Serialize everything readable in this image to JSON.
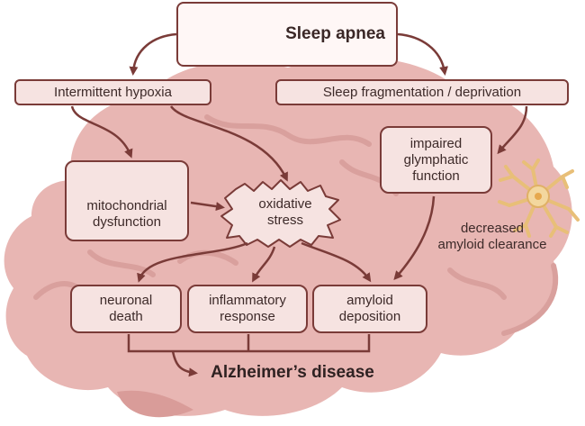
{
  "diagram": {
    "top": {
      "title": "Sleep apnea",
      "icon": "sleeping-head-icon"
    },
    "level1": {
      "hypoxia": "Intermittent hypoxia",
      "fragmentation": "Sleep fragmentation / deprivation"
    },
    "mechanisms": {
      "glymphatic": [
        "impaired",
        "glymphatic",
        "function"
      ],
      "mitochondrial": [
        "mitochondrial",
        "dysfunction"
      ],
      "oxidative": [
        "oxidative",
        "stress"
      ],
      "clearance": [
        "decreased",
        "amyloid clearance"
      ]
    },
    "outcomes": {
      "neuronal": [
        "neuronal",
        "death"
      ],
      "inflammatory": [
        "inflammatory",
        "response"
      ],
      "amyloid": [
        "amyloid",
        "deposition"
      ]
    },
    "result": "Alzheimer’s disease",
    "icons": [
      "brain-background-icon",
      "mitochondrion-icon",
      "astrocyte-icon"
    ],
    "colors": {
      "brain": "#e8b6b3",
      "box_fill": "#f6e3e1",
      "box_border": "#7a3b38",
      "arrow": "#7a3b38"
    }
  }
}
